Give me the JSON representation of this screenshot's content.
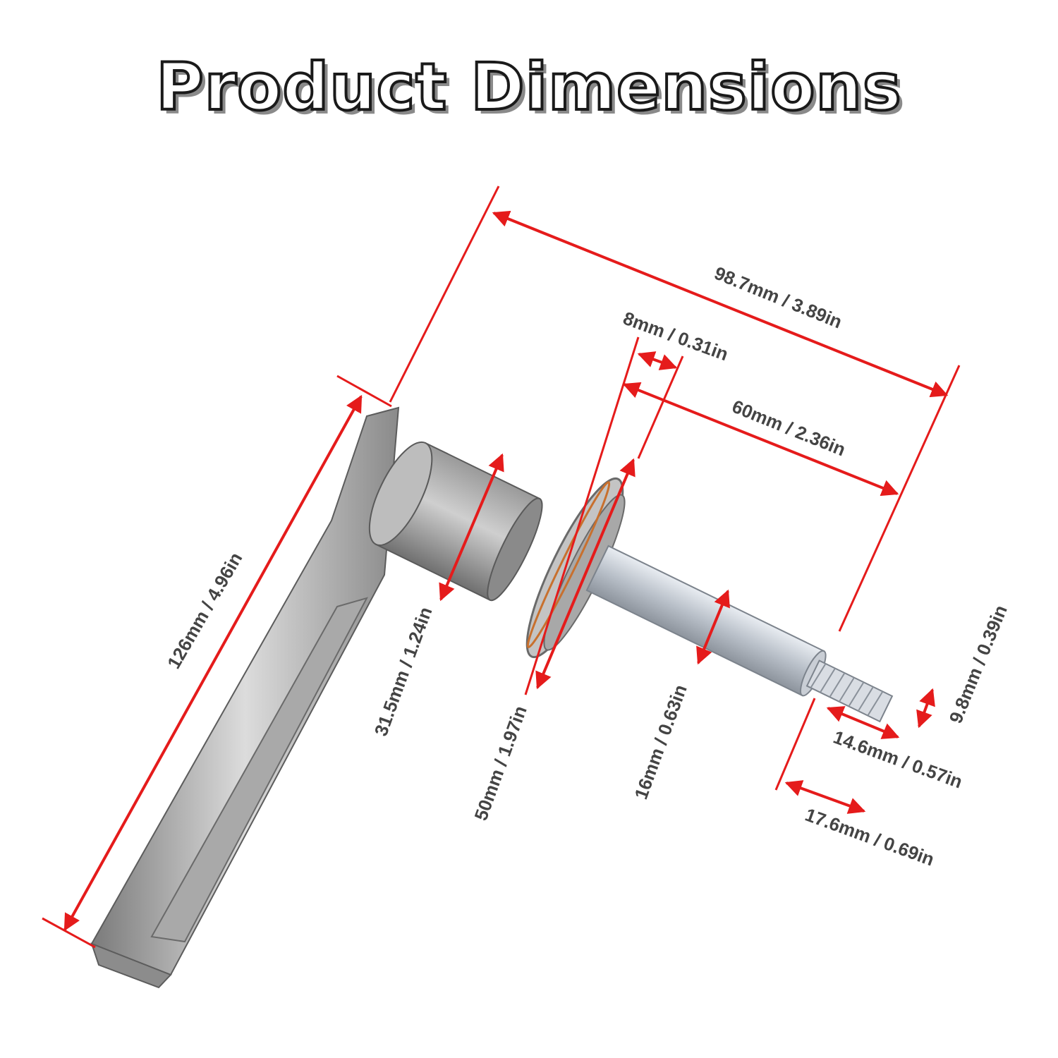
{
  "title": "Product Dimensions",
  "colors": {
    "dimension_line": "#e51b1b",
    "label_text": "#444444",
    "metal_dark": "#6e6e6e",
    "metal_light": "#d8d8d8",
    "zinc": "#c7ccd4"
  },
  "dimensions": {
    "overall_length": "98.7mm / 3.89in",
    "rose_thickness": "8mm / 0.31in",
    "spindle_length": "60mm / 2.36in",
    "thread_diameter": "9.8mm / 0.39in",
    "thread_length": "14.6mm / 0.57in",
    "tip_length": "17.6mm / 0.69in",
    "spindle_width": "16mm / 0.63in",
    "rose_diameter": "50mm / 1.97in",
    "hub_diameter": "31.5mm / 1.24in",
    "lever_length": "126mm / 4.96in"
  }
}
